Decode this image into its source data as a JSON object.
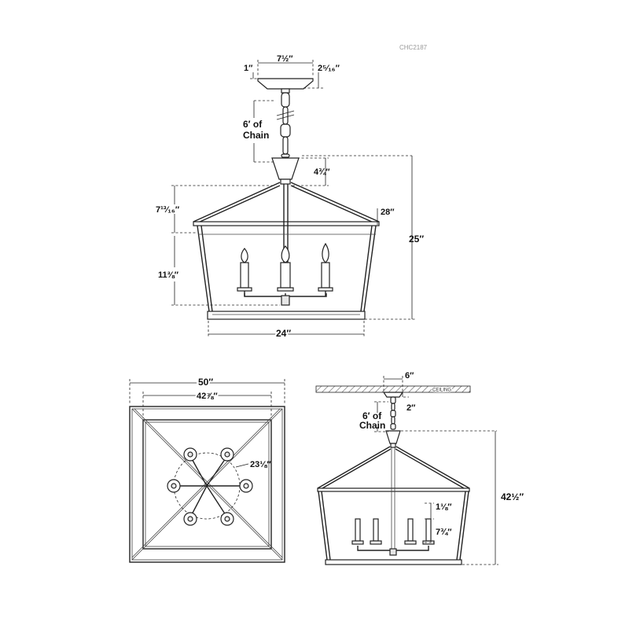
{
  "model_code": "CHC2187",
  "front_view": {
    "canopy_height": "1″",
    "canopy_width": "7½″",
    "canopy_depth": "2⁵⁄₁₆″",
    "chain_label_line1": "6′ of",
    "chain_label_line2": "Chain",
    "hook_height": "4¾″",
    "roof_height": "7¹³⁄₁₆″",
    "top_width": "28″",
    "body_height": "11⅜″",
    "overall_height": "25″",
    "base_width": "24″"
  },
  "top_view": {
    "outer_width": "50″",
    "inner_width": "42⅞″",
    "arm_diameter": "23⅛″"
  },
  "side_view": {
    "canopy_width": "6″",
    "ceiling_label": "CEILING",
    "canopy_depth": "2″",
    "chain_label_line1": "6′ of",
    "chain_label_line2": "Chain",
    "candle_top": "1⅛″",
    "candle_height": "7¾″",
    "overall_height": "42½″"
  }
}
